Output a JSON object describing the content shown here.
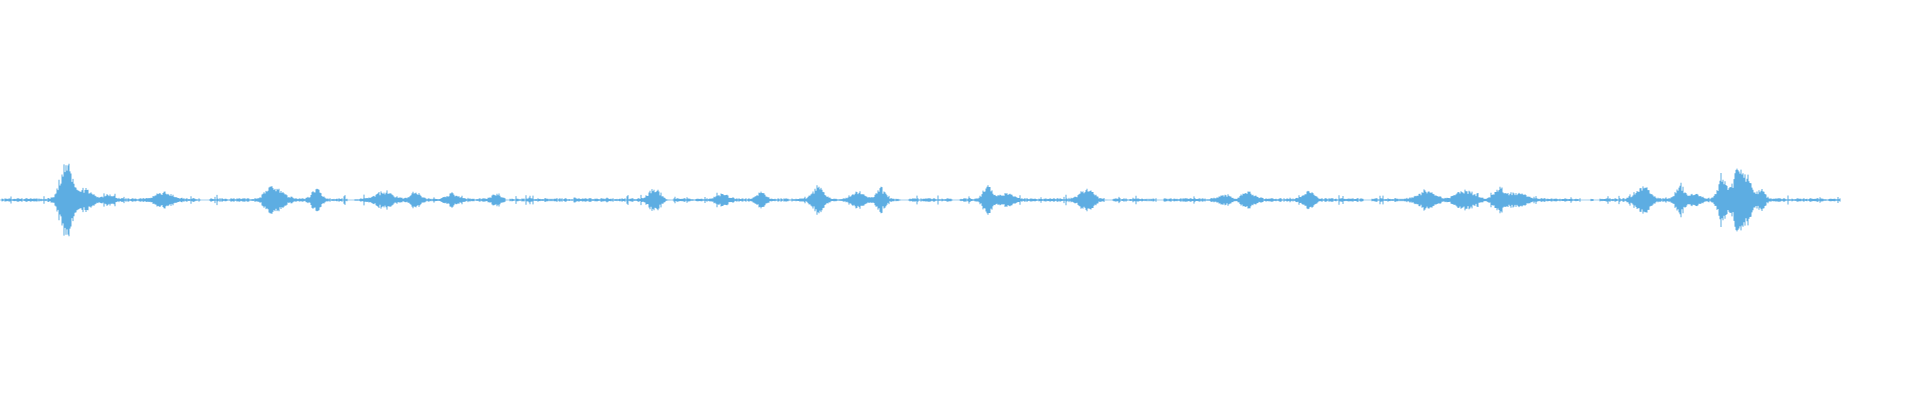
{
  "waveform": {
    "color": "#5dade2",
    "played_fraction": 0,
    "bursts": [
      {
        "pos": 0.034,
        "amp": 0.75,
        "width": 0.004
      },
      {
        "pos": 0.037,
        "amp": 0.45,
        "width": 0.003
      },
      {
        "pos": 0.045,
        "amp": 0.3,
        "width": 0.005
      },
      {
        "pos": 0.058,
        "amp": 0.12,
        "width": 0.004
      },
      {
        "pos": 0.088,
        "amp": 0.2,
        "width": 0.006
      },
      {
        "pos": 0.146,
        "amp": 0.35,
        "width": 0.004
      },
      {
        "pos": 0.152,
        "amp": 0.18,
        "width": 0.004
      },
      {
        "pos": 0.171,
        "amp": 0.3,
        "width": 0.003
      },
      {
        "pos": 0.208,
        "amp": 0.2,
        "width": 0.006
      },
      {
        "pos": 0.225,
        "amp": 0.22,
        "width": 0.003
      },
      {
        "pos": 0.245,
        "amp": 0.15,
        "width": 0.004
      },
      {
        "pos": 0.269,
        "amp": 0.15,
        "width": 0.003
      },
      {
        "pos": 0.355,
        "amp": 0.3,
        "width": 0.004
      },
      {
        "pos": 0.392,
        "amp": 0.15,
        "width": 0.004
      },
      {
        "pos": 0.413,
        "amp": 0.2,
        "width": 0.003
      },
      {
        "pos": 0.444,
        "amp": 0.35,
        "width": 0.004
      },
      {
        "pos": 0.466,
        "amp": 0.18,
        "width": 0.005
      },
      {
        "pos": 0.478,
        "amp": 0.3,
        "width": 0.003
      },
      {
        "pos": 0.536,
        "amp": 0.35,
        "width": 0.003
      },
      {
        "pos": 0.546,
        "amp": 0.15,
        "width": 0.006
      },
      {
        "pos": 0.59,
        "amp": 0.28,
        "width": 0.005
      },
      {
        "pos": 0.665,
        "amp": 0.12,
        "width": 0.004
      },
      {
        "pos": 0.678,
        "amp": 0.18,
        "width": 0.005
      },
      {
        "pos": 0.711,
        "amp": 0.22,
        "width": 0.004
      },
      {
        "pos": 0.775,
        "amp": 0.22,
        "width": 0.006
      },
      {
        "pos": 0.796,
        "amp": 0.25,
        "width": 0.006
      },
      {
        "pos": 0.815,
        "amp": 0.3,
        "width": 0.004
      },
      {
        "pos": 0.825,
        "amp": 0.18,
        "width": 0.006
      },
      {
        "pos": 0.893,
        "amp": 0.35,
        "width": 0.005
      },
      {
        "pos": 0.913,
        "amp": 0.4,
        "width": 0.003
      },
      {
        "pos": 0.921,
        "amp": 0.15,
        "width": 0.004
      },
      {
        "pos": 0.936,
        "amp": 0.7,
        "width": 0.003
      },
      {
        "pos": 0.945,
        "amp": 0.85,
        "width": 0.004
      },
      {
        "pos": 0.95,
        "amp": 0.45,
        "width": 0.003
      },
      {
        "pos": 0.957,
        "amp": 0.25,
        "width": 0.003
      }
    ],
    "gaps": [
      [
        0.108,
        0.113
      ],
      [
        0.188,
        0.192
      ],
      [
        0.274,
        0.276
      ],
      [
        0.361,
        0.365
      ],
      [
        0.489,
        0.493
      ],
      [
        0.517,
        0.521
      ],
      [
        0.6,
        0.604
      ],
      [
        0.628,
        0.632
      ],
      [
        0.67,
        0.673
      ],
      [
        0.741,
        0.745
      ],
      [
        0.859,
        0.864
      ],
      [
        0.866,
        0.869
      ]
    ]
  }
}
